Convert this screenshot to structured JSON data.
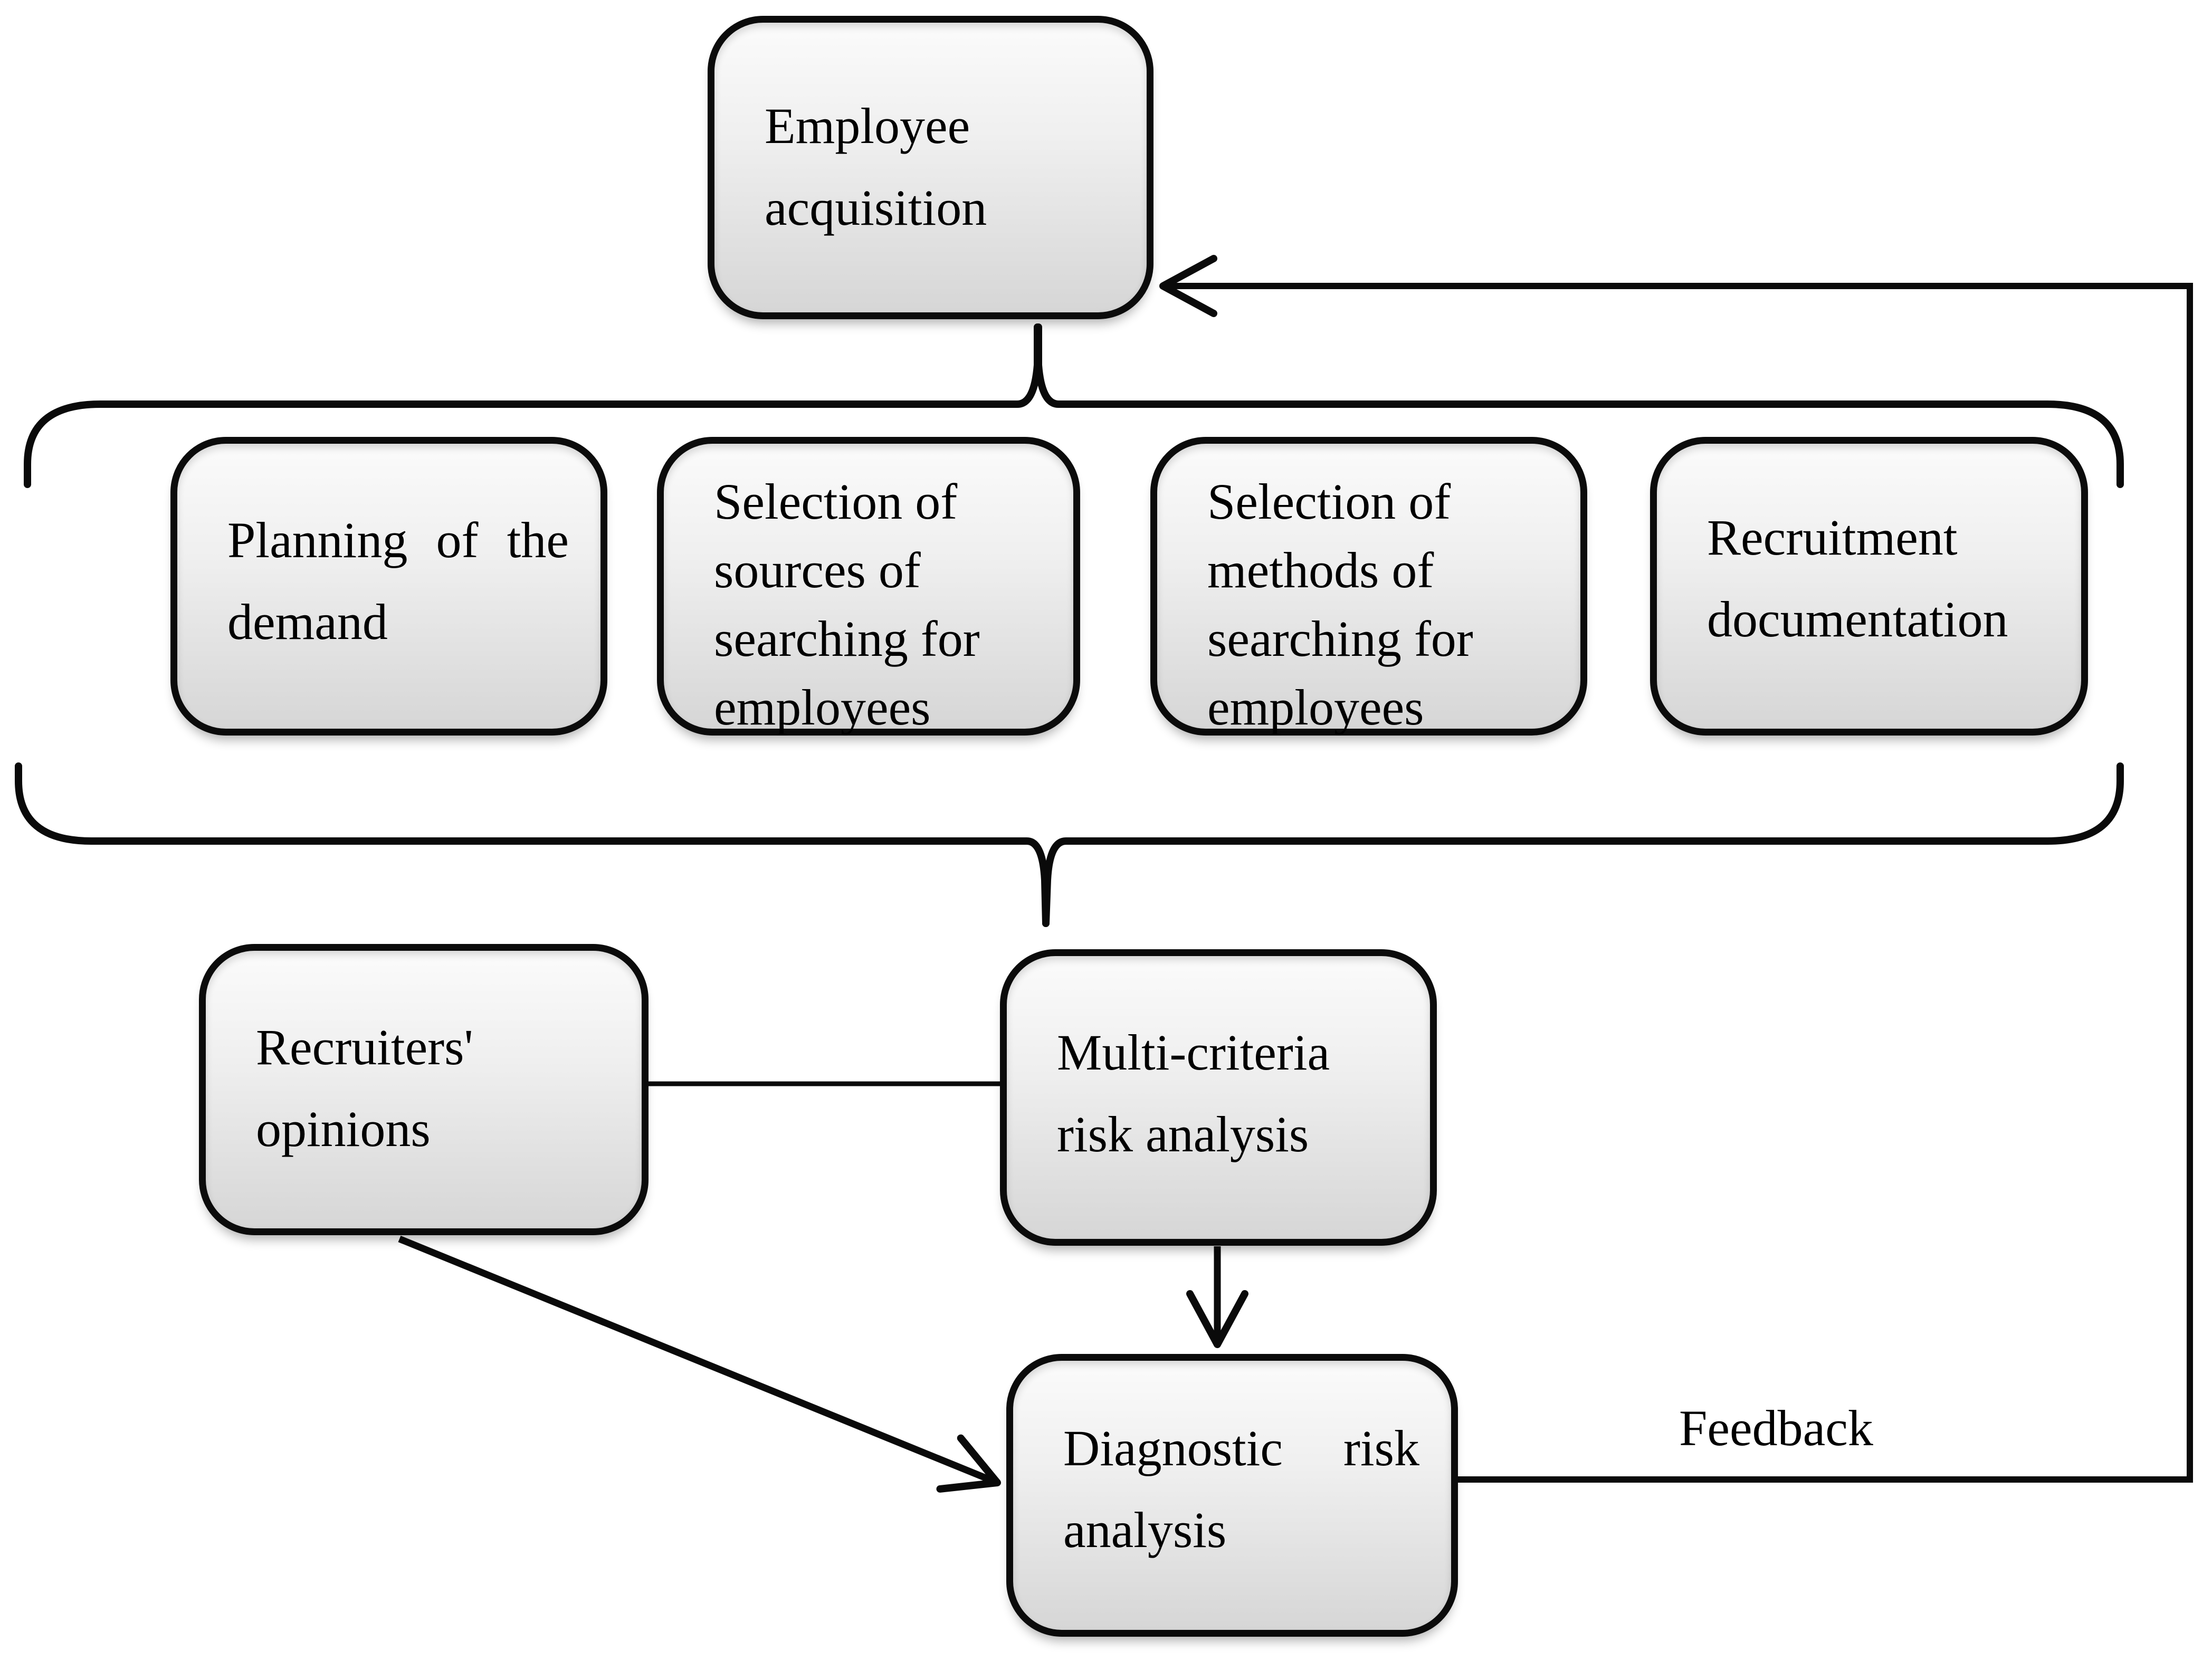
{
  "diagram": {
    "title_hint": "Employee acquisition risk analysis flowchart",
    "background_color": "#ffffff",
    "line_color": "#0a0a0a",
    "box_border_color": "#0b0b0b",
    "box_fill_top": "#fbfbfb",
    "box_fill_bottom": "#d6d6d6",
    "boxes": {
      "employee_acquisition": {
        "lines": [
          "Employee",
          "acquisition"
        ]
      },
      "planning_demand": {
        "line1": "Planning of the",
        "line2": "demand"
      },
      "selection_sources": {
        "lines": [
          "Selection of",
          "sources of",
          "searching for",
          "employees"
        ]
      },
      "selection_methods": {
        "lines": [
          "Selection of",
          "methods of",
          "searching for",
          "employees"
        ]
      },
      "recruitment_documentation": {
        "lines": [
          "Recruitment",
          "documentation"
        ]
      },
      "recruiters_opinions": {
        "lines": [
          "Recruiters'",
          "opinions"
        ]
      },
      "multi_criteria": {
        "lines": [
          "Multi-criteria",
          "risk analysis"
        ]
      },
      "diagnostic": {
        "line1": "Diagnostic risk",
        "line2": "analysis"
      }
    },
    "labels": {
      "feedback": "Feedback"
    }
  }
}
